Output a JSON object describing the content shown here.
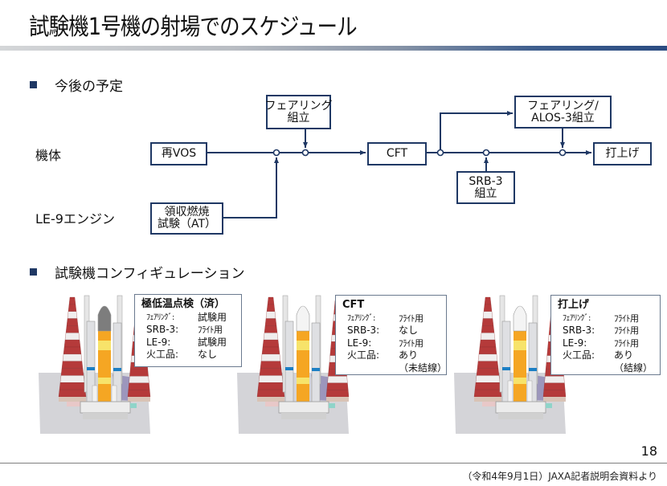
{
  "header": {
    "title": "試験機1号機の射場でのスケジュール"
  },
  "schedule": {
    "section_title": "今後の予定",
    "rows": [
      {
        "label": "機体"
      },
      {
        "label": "LE-9エンジン"
      }
    ],
    "nodes": {
      "re_vos": {
        "lines": [
          "再VOS"
        ]
      },
      "fairing_assembly": {
        "lines": [
          "フェアリング",
          "組立"
        ]
      },
      "cft": {
        "lines": [
          "CFT"
        ]
      },
      "fairing_alos3": {
        "lines": [
          "フェアリング/",
          "ALOS-3組立"
        ]
      },
      "launch": {
        "lines": [
          "打上げ"
        ]
      },
      "srb3": {
        "lines": [
          "SRB-3",
          "組立"
        ]
      },
      "le9_test": {
        "lines": [
          "領収燃焼",
          "試験（AT）"
        ]
      }
    }
  },
  "configuration": {
    "section_title": "試験機コンフィギュレーション",
    "panels": [
      {
        "heading": "極低温点検（済）",
        "items": [
          {
            "key": "ﾌｪｱﾘﾝｸﾞ:",
            "value": "試験用"
          },
          {
            "key": "SRB-3:",
            "value": "ﾌﾗｲﾄ用"
          },
          {
            "key": "LE-9:",
            "value": "試験用"
          },
          {
            "key": "火工品:",
            "value": "なし"
          }
        ],
        "note": "",
        "fairing_color": "#7d7d7d"
      },
      {
        "heading": "CFT",
        "items": [
          {
            "key": "ﾌｪｱﾘﾝｸﾞ:",
            "value": "ﾌﾗｲﾄ用"
          },
          {
            "key": "SRB-3:",
            "value": "なし"
          },
          {
            "key": "LE-9:",
            "value": "ﾌﾗｲﾄ用"
          },
          {
            "key": "火工品:",
            "value": "あり"
          }
        ],
        "note": "（未結線）",
        "fairing_color": "#f4f4f4"
      },
      {
        "heading": "打上げ",
        "items": [
          {
            "key": "ﾌｪｱﾘﾝｸﾞ:",
            "value": "ﾌﾗｲﾄ用"
          },
          {
            "key": "SRB-3:",
            "value": "ﾌﾗｲﾄ用"
          },
          {
            "key": "LE-9:",
            "value": "ﾌﾗｲﾄ用"
          },
          {
            "key": "火工品:",
            "value": "あり"
          }
        ],
        "note": "（結線）",
        "fairing_color": "#f4f4f4"
      }
    ]
  },
  "footer": {
    "page_number": "18",
    "credit": "（令和4年9月1日）JAXA記者説明会資料より"
  },
  "colors": {
    "accent_navy": "#1f3864",
    "title_bar_start": "#d4d6d8",
    "title_bar_end": "#2b4c82",
    "tower_red": "#b53a3a",
    "core_orange": "#f5a623",
    "core_yellow": "#f7e36a"
  }
}
